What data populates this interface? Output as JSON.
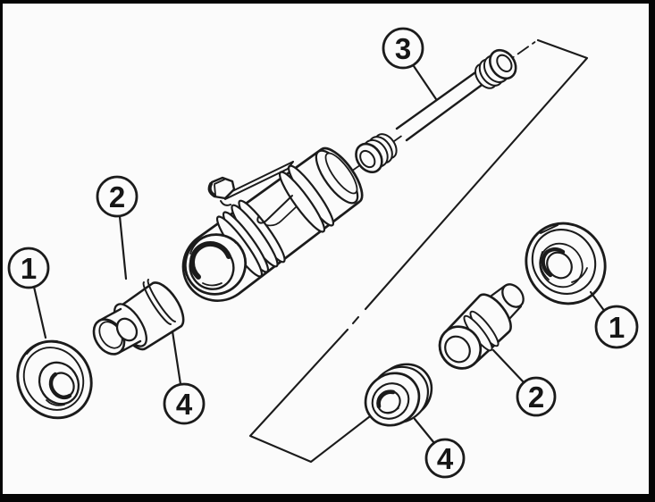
{
  "figure": {
    "kind": "exploded-parts-line-diagram",
    "subject": "wheel brake cylinder assembly",
    "colors": {
      "ink": "#1b1b1b",
      "paper": "#fbfbfb",
      "border": "#000000"
    },
    "callouts": {
      "left_boot": "1",
      "left_piston": "2",
      "spring": "3",
      "left_seal": "4",
      "right_seal": "4",
      "right_piston": "2",
      "right_boot": "1"
    }
  }
}
